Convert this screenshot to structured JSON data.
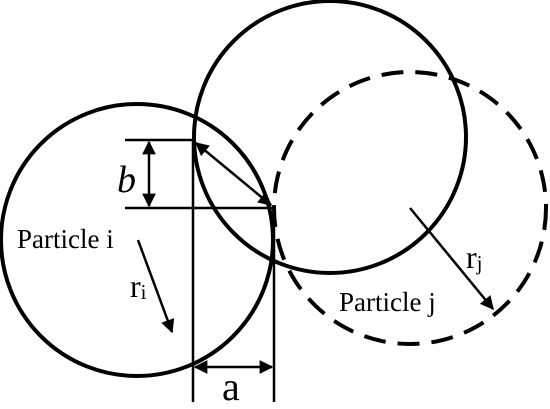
{
  "labels": {
    "b": "b",
    "a": "a",
    "particle_i": "Particle i",
    "r": "r",
    "i_sub": "i",
    "particle_j": "Particle j",
    "j_sub": "j"
  },
  "colors": {
    "stroke": "#000000",
    "background": "#ffffff"
  }
}
